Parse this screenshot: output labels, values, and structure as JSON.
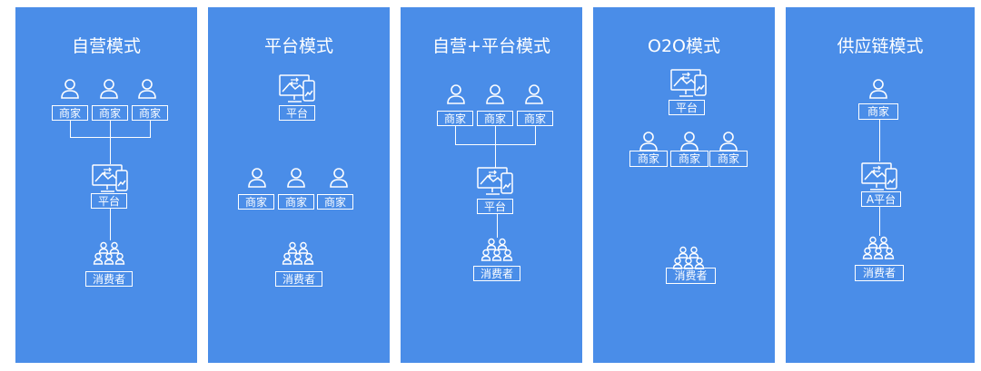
{
  "colors": {
    "panel": "#4a8de8",
    "foreground": "#ffffff"
  },
  "models": [
    {
      "title": "自营模式",
      "merchants": [
        "商家",
        "商家",
        "商家"
      ],
      "platform": "平台",
      "consumer": "消费者"
    },
    {
      "title": "平台模式",
      "platform": "平台",
      "merchants": [
        "商家",
        "商家",
        "商家"
      ],
      "consumer": "消费者"
    },
    {
      "title": "自营+平台模式",
      "merchants": [
        "商家",
        "商家",
        "商家"
      ],
      "platform": "平台",
      "consumer": "消费者"
    },
    {
      "title": "O2O模式",
      "platform": "平台",
      "merchants": [
        "商家",
        "商家",
        "商家"
      ],
      "consumer": "消费者"
    },
    {
      "title": "供应链模式",
      "merchant": "商家",
      "platform": "A平台",
      "consumer": "消费者"
    }
  ]
}
